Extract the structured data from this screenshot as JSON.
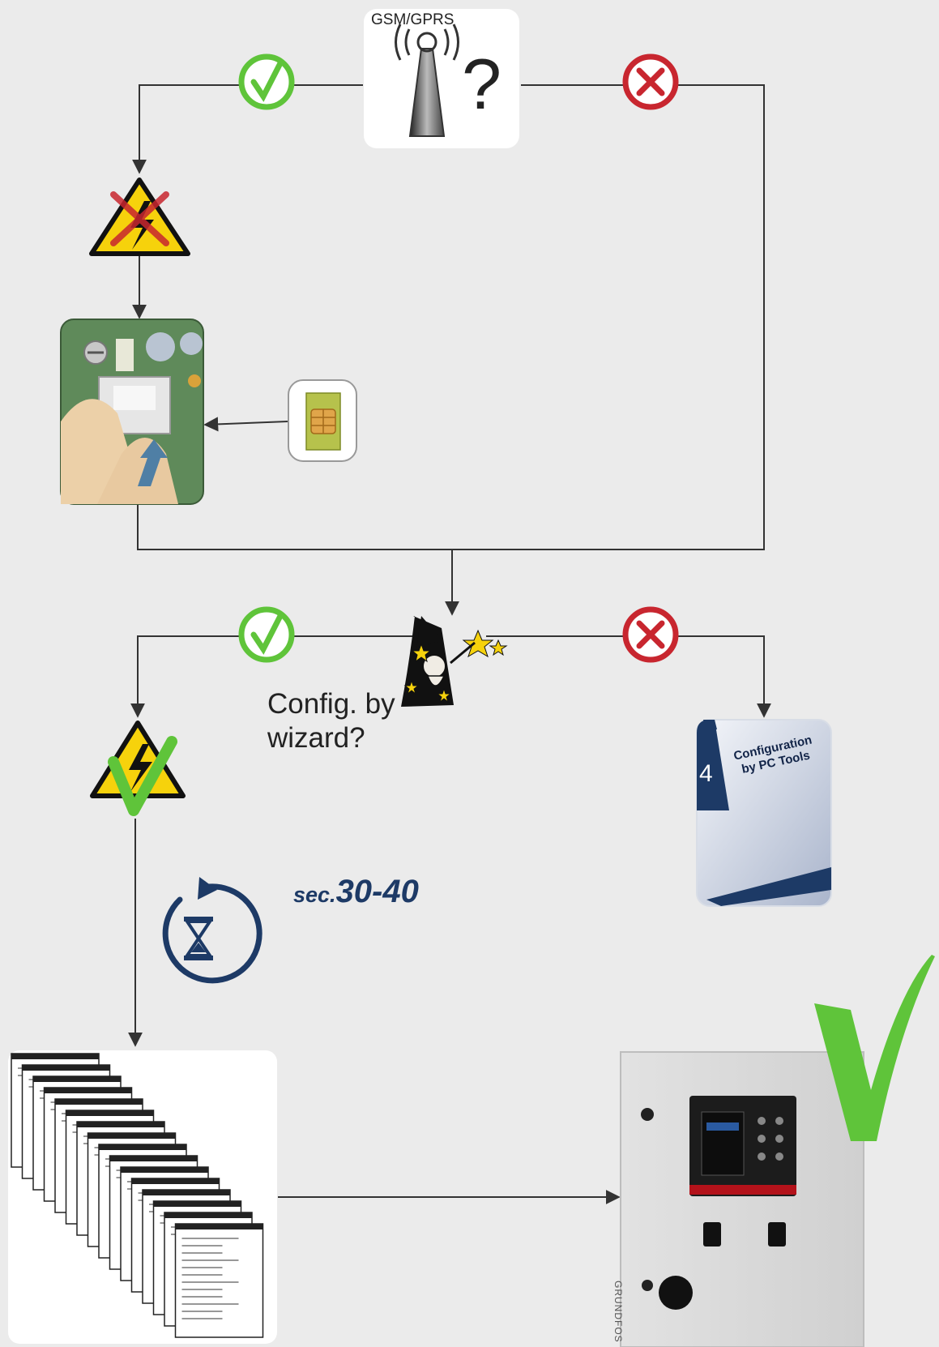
{
  "labels": {
    "gsm": "GSM/GPRS",
    "question_mark": "?",
    "wizard_question_line1": "Config. by",
    "wizard_question_line2": "wizard?",
    "timer_prefix": "sec.",
    "timer_value": "30-40",
    "manual_number": "4",
    "manual_title_line1": "Configuration",
    "manual_title_line2": "by PC Tools",
    "cabinet_brand": "GRUNDFOS"
  },
  "colors": {
    "background": "#ebebeb",
    "line": "#333333",
    "yes": "#5fc43a",
    "no": "#c8262f",
    "warning": "#f6d20c",
    "navy": "#1d3a66"
  },
  "icons": {
    "signal": "antenna-icon",
    "yes": "check-circle-icon",
    "no": "cross-circle-icon",
    "power_off": "high-voltage-crossed-icon",
    "power_on": "high-voltage-check-icon",
    "sim": "sim-card-icon",
    "wizard": "wizard-icon",
    "timer": "hourglass-refresh-icon",
    "done": "large-checkmark-icon"
  }
}
